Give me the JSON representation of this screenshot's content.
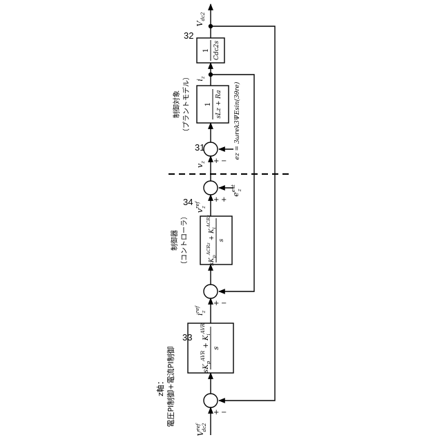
{
  "axis_caption": {
    "line1": "z軸：",
    "line2": "電圧PI制御+電流PI制御"
  },
  "reference_input": {
    "symbol": "V",
    "sup": "ref",
    "sub": "dc2"
  },
  "output": {
    "symbol": "V",
    "sub": "dc2"
  },
  "blocks": {
    "avr": {
      "tag": "33",
      "num_main": "sK",
      "num_sub1": "p",
      "num_sup1": "AVR",
      "num_plus": " + K",
      "num_sub2": "i",
      "num_sup2": "AVR",
      "den": "s"
    },
    "acr": {
      "tag": "34",
      "title_line1": "制御器",
      "title_line2": "（コントローラ）",
      "num_main": "sK",
      "num_sub1": "p",
      "num_sup1": "ACRz",
      "num_plus": " + K",
      "num_sub2": "i",
      "num_sup2": "ACRz",
      "den": "s"
    },
    "plant": {
      "tag": "31",
      "title_line1": "制御対象",
      "title_line2": "（プラントモデル）",
      "num": "1",
      "den": "sLz + Ra"
    },
    "cap": {
      "tag": "32",
      "num": "1",
      "den": "Cdc2s"
    }
  },
  "signals": {
    "iz_ref": {
      "symbol": "i",
      "sub": "z",
      "sup": "ref"
    },
    "vz_ref": {
      "symbol": "v",
      "sub": "z",
      "sup": "ref"
    },
    "ez_ext": {
      "symbol": "e",
      "sub": "z",
      "sup": "ext"
    },
    "vz": {
      "symbol": "v",
      "sub": "z"
    },
    "iz": {
      "symbol": "i",
      "sub": "z"
    },
    "ez_eq": "ez = 3ωrek3ΨEsin(3θre)"
  },
  "sum_signs": {
    "plus": "+",
    "minus": "−"
  }
}
